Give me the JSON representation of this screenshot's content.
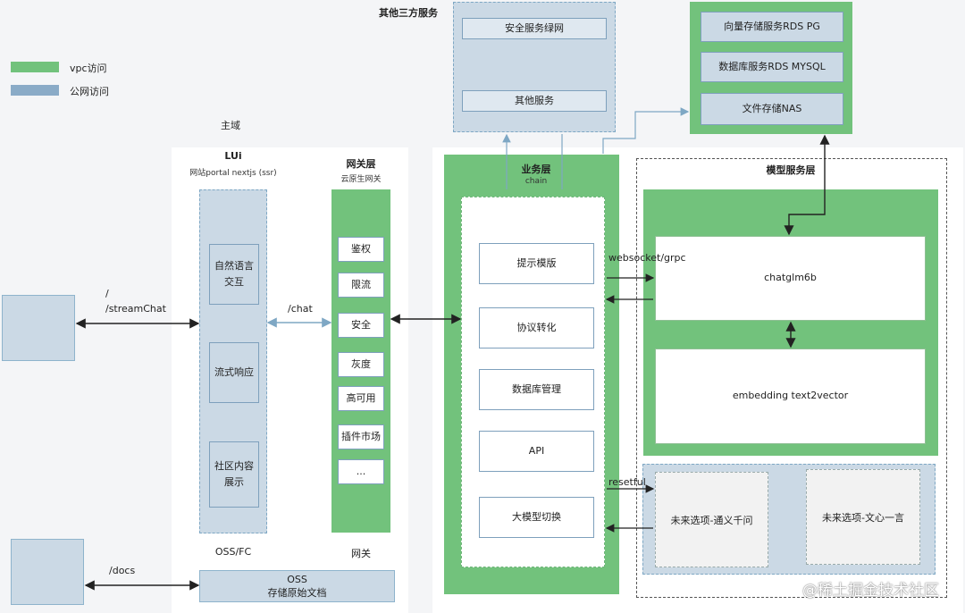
{
  "legend": {
    "vpc_label": "vpc访问",
    "vpc_color": "#72c27c",
    "public_label": "公网访问",
    "public_color": "#8aabc7"
  },
  "main_domain_label": "主域",
  "lui": {
    "title": "LUi",
    "subtitle": "网站portal nextjs (ssr)",
    "items": [
      "自然语言交互",
      "流式响应",
      "社区内容展示"
    ],
    "footer": "OSS/FC"
  },
  "gateway": {
    "title": "网关层",
    "subtitle": "云原生网关",
    "items": [
      "鉴权",
      "限流",
      "安全",
      "灰度",
      "高可用",
      "插件市场",
      "..."
    ],
    "footer": "网关"
  },
  "oss": {
    "title": "OSS",
    "subtitle": "存储原始文档"
  },
  "third_party": {
    "title": "其他三方服务",
    "items": [
      "安全服务绿网",
      "其他服务"
    ]
  },
  "storage": {
    "items": [
      "向量存储服务RDS PG",
      "数据库服务RDS MYSQL",
      "文件存储NAS"
    ]
  },
  "business": {
    "title": "业务层",
    "subtitle": "chain",
    "items": [
      "提示模版",
      "协议转化",
      "数据库管理",
      "API",
      "大模型切换"
    ]
  },
  "model": {
    "title": "模型服务层",
    "chatglm": "chatglm6b",
    "embedding": "embedding text2vector",
    "future1": "未来选项-通义千问",
    "future2": "未来选项-文心一言"
  },
  "edges": {
    "stream": "/",
    "stream2": "/streamChat",
    "chat": "/chat",
    "docs": "/docs",
    "websocket": "websocket/grpc",
    "restful": "resetful"
  },
  "watermark": "@稀土掘金技术社区"
}
